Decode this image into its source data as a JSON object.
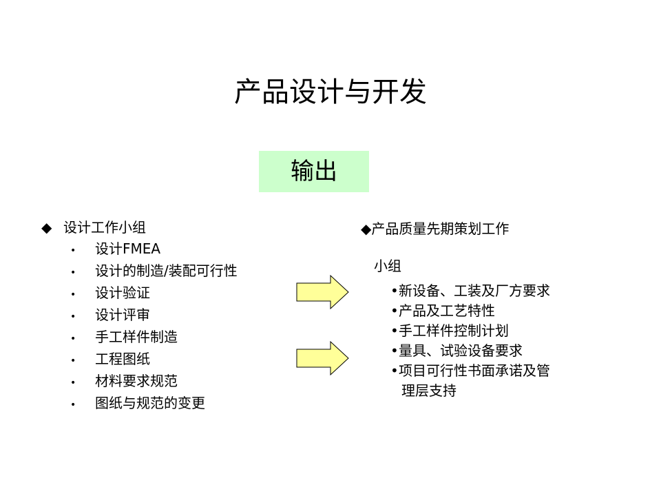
{
  "colors": {
    "background": "#ffffff",
    "output_box": "#ccffcc",
    "arrow_fill": "#ffff99",
    "arrow_stroke": "#000000",
    "text": "#000000"
  },
  "title": "产品设计与开发",
  "output_label": "输出",
  "left": {
    "heading": "设计工作小组",
    "heading_marker": "◆",
    "bullet": "•",
    "items": [
      "设计FMEA",
      "设计的制造/装配可行性",
      "设计验证",
      "设计评审",
      "手工样件制造",
      "工程图纸",
      "材料要求规范",
      "图纸与规范的变更"
    ]
  },
  "right": {
    "heading": "◆产品质量先期策划工作",
    "heading_cont": "小组",
    "bullet": "•",
    "items": [
      "新设备、工装及厂方要求",
      "产品及工艺特性",
      "手工样件控制计划",
      "量具、试验设备要求",
      "项目可行性书面承诺及管"
    ],
    "last_item_cont": "理层支持"
  },
  "arrows": [
    {
      "icon": "right-arrow-icon",
      "direction": "right"
    },
    {
      "icon": "right-arrow-icon",
      "direction": "right"
    }
  ]
}
